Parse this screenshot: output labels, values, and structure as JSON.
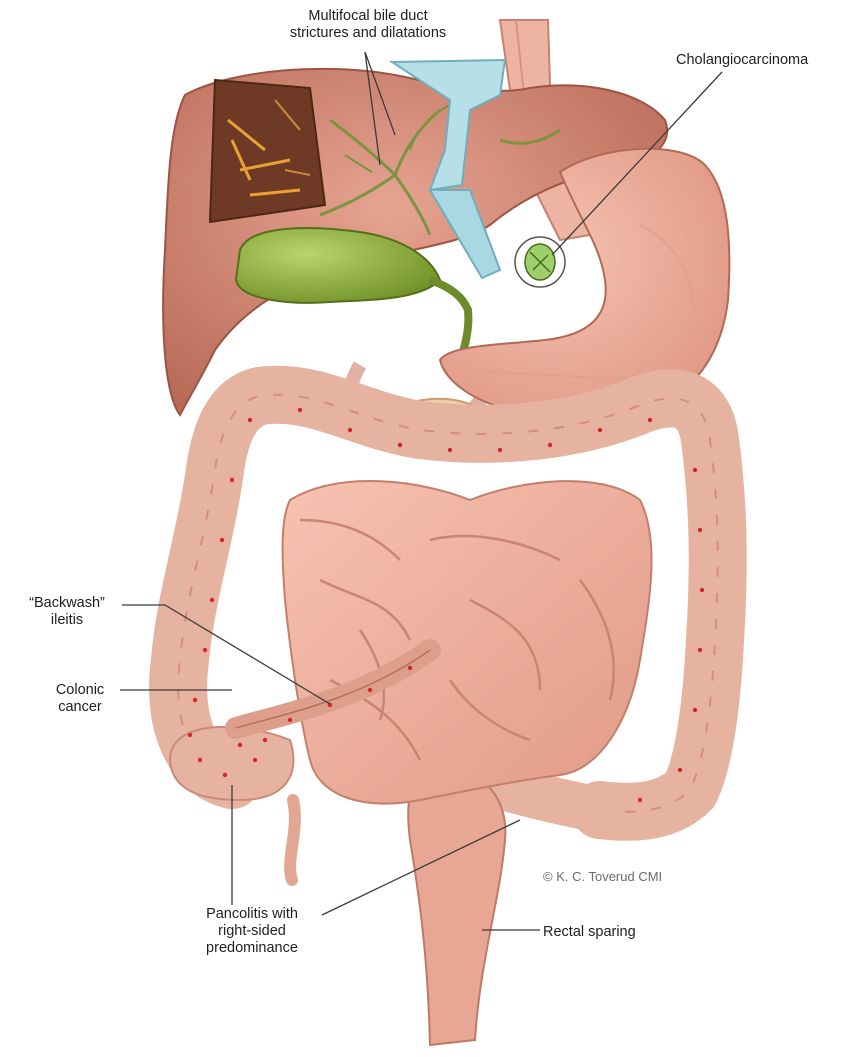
{
  "labels": {
    "bile_duct": {
      "line1": "Multifocal bile duct",
      "line2": "strictures and dilatations"
    },
    "cholangio": "Cholangiocarcinoma",
    "backwash": {
      "line1": "“Backwash”",
      "line2": "ileitis"
    },
    "colonic": {
      "line1": "Colonic",
      "line2": "cancer"
    },
    "pancolitis": {
      "line1": "Pancolitis with",
      "line2": "right-sided",
      "line3": "predominance"
    },
    "rectal": "Rectal sparing"
  },
  "credit": "© K. C. Toverud CMI"
}
